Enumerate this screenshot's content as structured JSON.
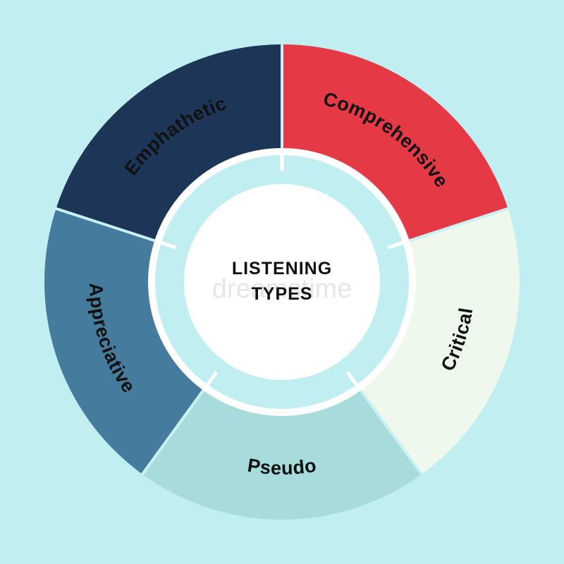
{
  "center": {
    "line1": "LISTENING",
    "line2": "TYPES"
  },
  "watermark": "dreamstime",
  "segments": [
    {
      "label": "Comprehensive",
      "color": "#e63946",
      "text_color": "#111111"
    },
    {
      "label": "Critical",
      "color": "#eff8ec",
      "text_color": "#111111"
    },
    {
      "label": "Pseudo",
      "color": "#a7dbdc",
      "text_color": "#111111"
    },
    {
      "label": "Appreciative",
      "color": "#457b9d",
      "text_color": "#111111"
    },
    {
      "label": "Emphathetic",
      "color": "#1d3557",
      "text_color": "#111111"
    }
  ],
  "colors": {
    "background": "#c0eef1",
    "separator": "#c9f1f3",
    "inner_ring": "#c0eef1",
    "center_fill": "#ffffff"
  }
}
